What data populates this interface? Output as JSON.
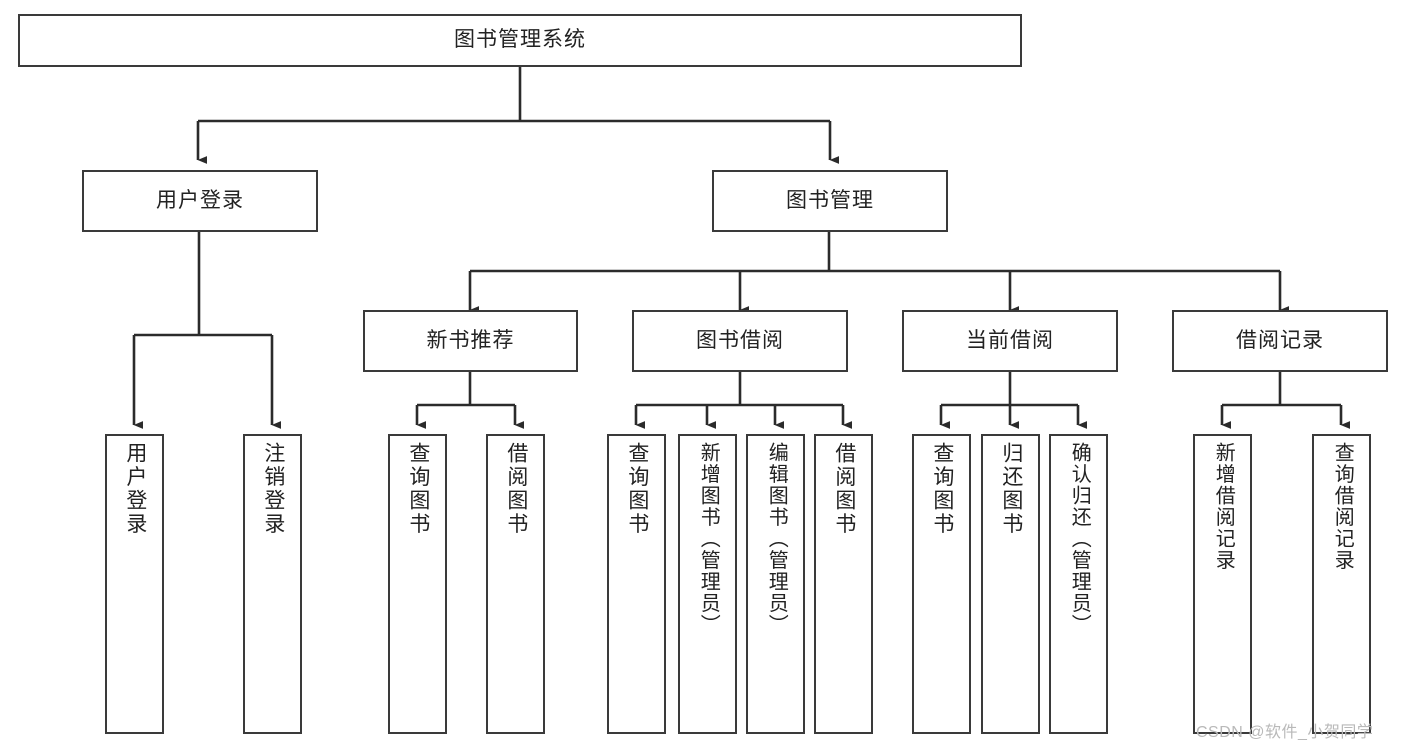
{
  "diagram": {
    "type": "tree-hierarchy-chart",
    "title": "图书管理系统",
    "colors": {
      "node_border": "#3a3a3a",
      "node_fill": "#ffffff",
      "connector": "#2b2b2b",
      "text": "#222222",
      "watermark": "#b9b9b9",
      "background": "#ffffff"
    },
    "levels": {
      "root": {
        "label": "图书管理系统",
        "orientation": "horizontal"
      },
      "level2": [
        {
          "id": "user-login",
          "label": "用户登录",
          "orientation": "horizontal"
        },
        {
          "id": "book-management",
          "label": "图书管理",
          "orientation": "horizontal"
        }
      ],
      "level3": [
        {
          "id": "new-book-recommend",
          "label": "新书推荐",
          "orientation": "horizontal",
          "parent": "book-management"
        },
        {
          "id": "book-borrow",
          "label": "图书借阅",
          "orientation": "horizontal",
          "parent": "book-management"
        },
        {
          "id": "current-borrow",
          "label": "当前借阅",
          "orientation": "horizontal",
          "parent": "book-management"
        },
        {
          "id": "borrow-record",
          "label": "借阅记录",
          "orientation": "horizontal",
          "parent": "book-management"
        }
      ],
      "leaves": [
        {
          "id": "leaf-user-login",
          "label": "用户登录",
          "orientation": "vertical",
          "parent": "user-login"
        },
        {
          "id": "leaf-logout-login",
          "label": "注销登录",
          "orientation": "vertical",
          "parent": "user-login"
        },
        {
          "id": "leaf-query-book-1",
          "label": "查询图书",
          "orientation": "vertical",
          "parent": "new-book-recommend"
        },
        {
          "id": "leaf-borrow-book-1",
          "label": "借阅图书",
          "orientation": "vertical",
          "parent": "new-book-recommend"
        },
        {
          "id": "leaf-query-book-2",
          "label": "查询图书",
          "orientation": "vertical",
          "parent": "book-borrow"
        },
        {
          "id": "leaf-add-book",
          "label": "新增图书（管理员）",
          "orientation": "vertical",
          "parent": "book-borrow"
        },
        {
          "id": "leaf-edit-book",
          "label": "编辑图书（管理员）",
          "orientation": "vertical",
          "parent": "book-borrow"
        },
        {
          "id": "leaf-borrow-book-2",
          "label": "借阅图书",
          "orientation": "vertical",
          "parent": "book-borrow"
        },
        {
          "id": "leaf-query-book-3",
          "label": "查询图书",
          "orientation": "vertical",
          "parent": "current-borrow"
        },
        {
          "id": "leaf-return-book",
          "label": "归还图书",
          "orientation": "vertical",
          "parent": "current-borrow"
        },
        {
          "id": "leaf-confirm-return",
          "label": "确认归还（管理员）",
          "orientation": "vertical",
          "parent": "current-borrow"
        },
        {
          "id": "leaf-add-record",
          "label": "新增借阅记录",
          "orientation": "vertical",
          "parent": "borrow-record"
        },
        {
          "id": "leaf-query-record",
          "label": "查询借阅记录",
          "orientation": "vertical",
          "parent": "borrow-record"
        }
      ]
    },
    "watermark": "CSDN @软件_小贺同学"
  }
}
